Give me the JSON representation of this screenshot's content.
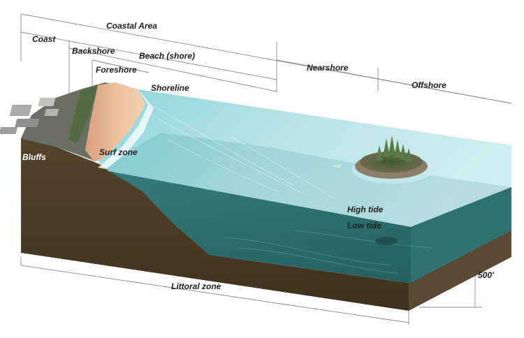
{
  "labels": {
    "coastal_area": "Coastal Area",
    "coast": "Coast",
    "backshore": "Backshore",
    "beach_shore": "Beach (shore)",
    "foreshore": "Foreshore",
    "shoreline": "Shoreline",
    "nearshore": "Nearshore",
    "offshore": "Offshore",
    "bluffs": "Bluffs",
    "surf_zone": "Surf zone",
    "high_tide": "High tide",
    "low_tide": "Low tide",
    "littoral_zone": "Littoral zone",
    "depth": "500'"
  },
  "colors": {
    "earth_front": "#4b3b27",
    "earth_top": "#6b5a3f",
    "water_surface": "#a8dde2",
    "water_deep": "#2a6b6c",
    "sand": "#e6b592",
    "land": "#6a6f63"
  }
}
